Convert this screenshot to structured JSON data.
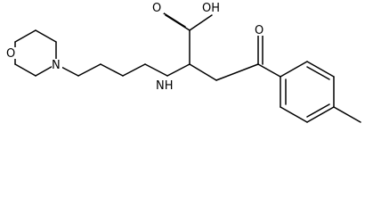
{
  "atoms": {
    "morpholine_o": "O",
    "morpholine_n": "N",
    "amine_nh": "NH",
    "hydroxyl": "OH",
    "carboxyl_o": "O",
    "ketone_o": "O"
  }
}
